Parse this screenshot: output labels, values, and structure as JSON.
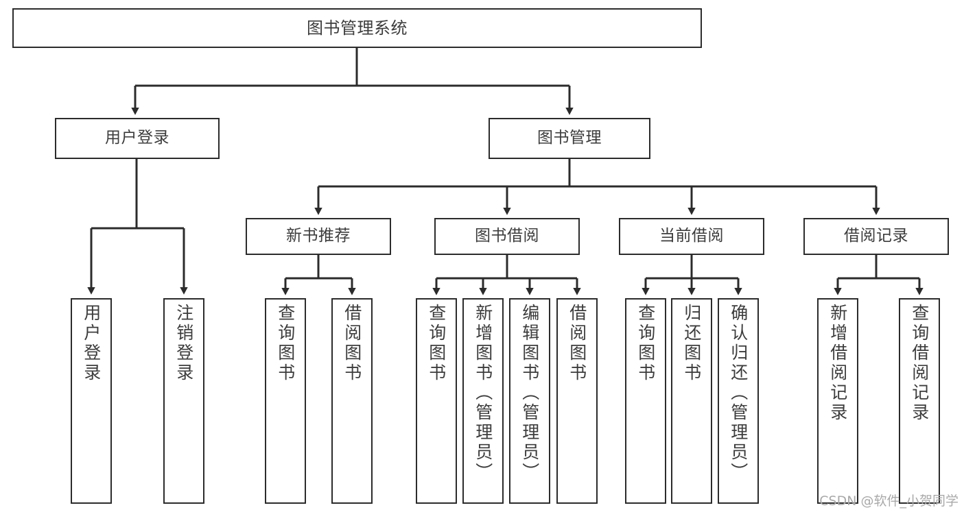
{
  "diagram": {
    "title": "图书管理系统",
    "type": "hierarchy-tree",
    "stroke_color": "#2b2b2b",
    "text_color": "#3c3c3c",
    "background_color": "#ffffff"
  },
  "nodes": {
    "root": {
      "label": "图书管理系统"
    },
    "level2": [
      {
        "label": "用户登录"
      },
      {
        "label": "图书管理"
      }
    ],
    "level3": [
      {
        "label": "新书推荐"
      },
      {
        "label": "图书借阅"
      },
      {
        "label": "当前借阅"
      },
      {
        "label": "借阅记录"
      }
    ],
    "leaves_user_login": [
      {
        "label": "用户登录"
      },
      {
        "label": "注销登录"
      }
    ],
    "leaves_new_books": [
      {
        "label": "查询图书"
      },
      {
        "label": "借阅图书"
      }
    ],
    "leaves_borrow": [
      {
        "label": "查询图书"
      },
      {
        "label": "新增图书（管理员）"
      },
      {
        "label": "编辑图书（管理员）"
      },
      {
        "label": "借阅图书"
      }
    ],
    "leaves_current": [
      {
        "label": "查询图书"
      },
      {
        "label": "归还图书"
      },
      {
        "label": "确认归还（管理员）"
      }
    ],
    "leaves_records": [
      {
        "label": "新增借阅记录"
      },
      {
        "label": "查询借阅记录"
      }
    ]
  },
  "watermark": {
    "text": "CSDN @软件_小贺同学"
  }
}
